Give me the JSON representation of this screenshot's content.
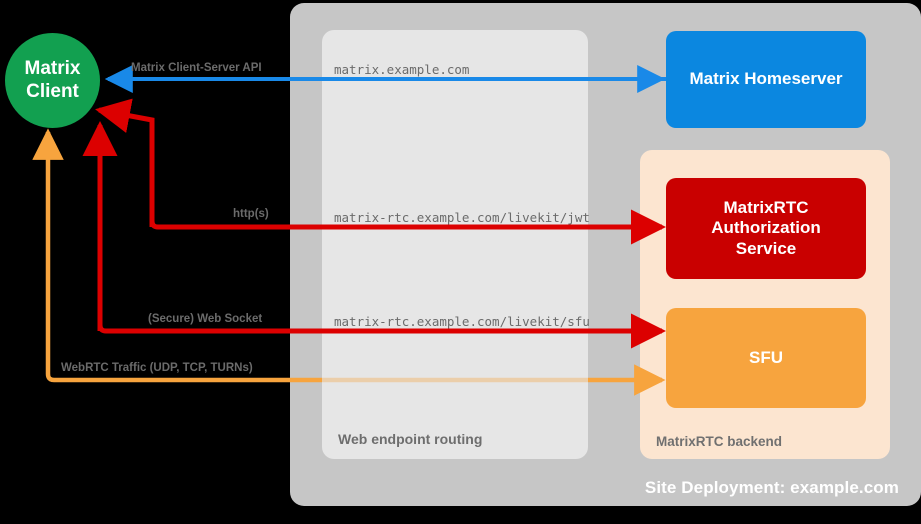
{
  "diagram": {
    "site": {
      "label": "Site Deployment: example.com"
    },
    "routing": {
      "label": "Web endpoint routing",
      "endpoints": [
        "matrix.example.com",
        "matrix-rtc.example.com/livekit/jwt",
        "matrix-rtc.example.com/livekit/sfu"
      ]
    },
    "backend": {
      "label": "MatrixRTC backend"
    },
    "nodes": {
      "client": "Matrix\nClient",
      "client_line1": "Matrix",
      "client_line2": "Client",
      "homeserver": "Matrix Homeserver",
      "auth_line1": "MatrixRTC",
      "auth_line2": "Authorization",
      "auth_line3": "Service",
      "sfu": "SFU"
    },
    "edges": [
      {
        "name": "matrix-client-server-api",
        "label": "Matrix Client-Server API",
        "endpoint": "matrix.example.com",
        "color": "#1989e8",
        "protocol": "Matrix Client-Server API"
      },
      {
        "name": "jwt-http",
        "label": "http(s)",
        "endpoint": "matrix-rtc.example.com/livekit/jwt",
        "color": "#dc0000",
        "protocol": "http(s)"
      },
      {
        "name": "sfu-websocket",
        "label": "(Secure) Web Socket",
        "endpoint": "matrix-rtc.example.com/livekit/sfu",
        "color": "#dc0000",
        "protocol": "(Secure) Web Socket"
      },
      {
        "name": "webrtc-traffic",
        "label": "WebRTC Traffic (UDP, TCP, TURNs)",
        "endpoint": "",
        "color": "#f7a43e",
        "protocol": "WebRTC Traffic (UDP, TCP, TURNs)"
      }
    ],
    "colors": {
      "background": "#000000",
      "site_panel": "#c6c6c6",
      "routing_panel": "#e6e6e6",
      "backend_panel": "#fce5d0",
      "client": "#12a050",
      "homeserver": "#0b87e0",
      "auth_service": "#c90000",
      "sfu": "#f7a43e",
      "blue_arrow": "#1989e8",
      "red_arrow": "#dc0000",
      "orange_arrow": "#f7a43e",
      "label_text": "#6b6b6b"
    }
  }
}
